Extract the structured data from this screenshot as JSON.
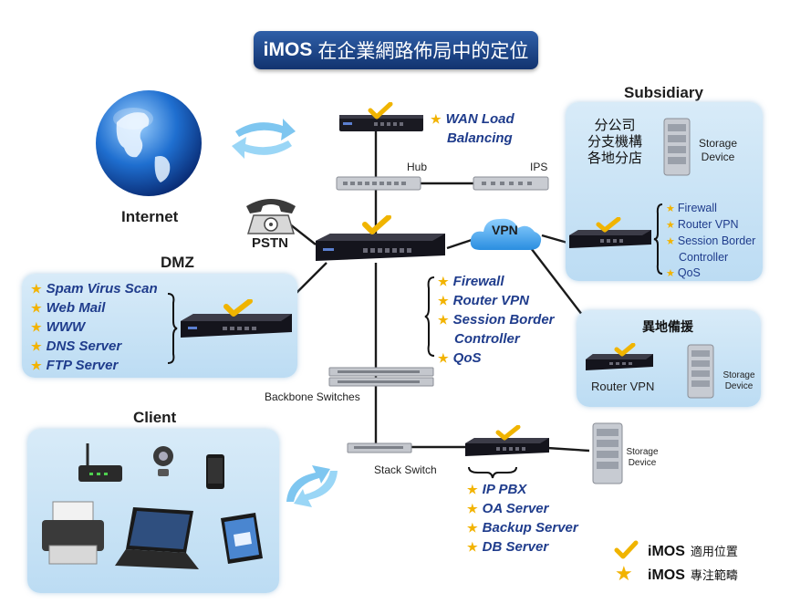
{
  "title": {
    "brand": "iMOS",
    "text": "在企業網路佈局中的定位"
  },
  "internet": {
    "label": "Internet"
  },
  "pstn": {
    "label": "PSTN"
  },
  "vpn": {
    "label": "VPN"
  },
  "hub": {
    "label": "Hub"
  },
  "ips": {
    "label": "IPS"
  },
  "backbone": {
    "label": "Backbone Switches"
  },
  "stack": {
    "label": "Stack Switch"
  },
  "wan": {
    "line1": "WAN Load",
    "line2": "Balancing"
  },
  "core_services": [
    "Firewall",
    "Router VPN",
    "Session Border",
    "Controller",
    "QoS"
  ],
  "dmz": {
    "title": "DMZ",
    "services": [
      "Spam Virus Scan",
      "Web Mail",
      "WWW",
      "DNS Server",
      "FTP Server"
    ]
  },
  "subsidiary": {
    "title": "Subsidiary",
    "cn_lines": [
      "分公司",
      "分支機構",
      "各地分店"
    ],
    "storage": [
      "Storage",
      "Device"
    ],
    "services": [
      "Firewall",
      "Router VPN",
      "Session Border",
      "Controller",
      "QoS"
    ]
  },
  "backup_site": {
    "title": "異地備援",
    "router_label": "Router VPN",
    "storage": [
      "Storage",
      "Device"
    ]
  },
  "client": {
    "title": "Client"
  },
  "server_services": [
    "IP PBX",
    "OA Server",
    "Backup Server",
    "DB Server"
  ],
  "server_storage": [
    "Storage",
    "Device"
  ],
  "legend": {
    "check": {
      "brand": "iMOS",
      "text": "適用位置"
    },
    "star": {
      "brand": "iMOS",
      "text": "專注範疇"
    }
  },
  "colors": {
    "title_bg": "#1a3d7c",
    "service_text": "#1f3c8c",
    "star": "#f2b300",
    "check": "#f0b400",
    "panel": "#c8e2f6"
  }
}
